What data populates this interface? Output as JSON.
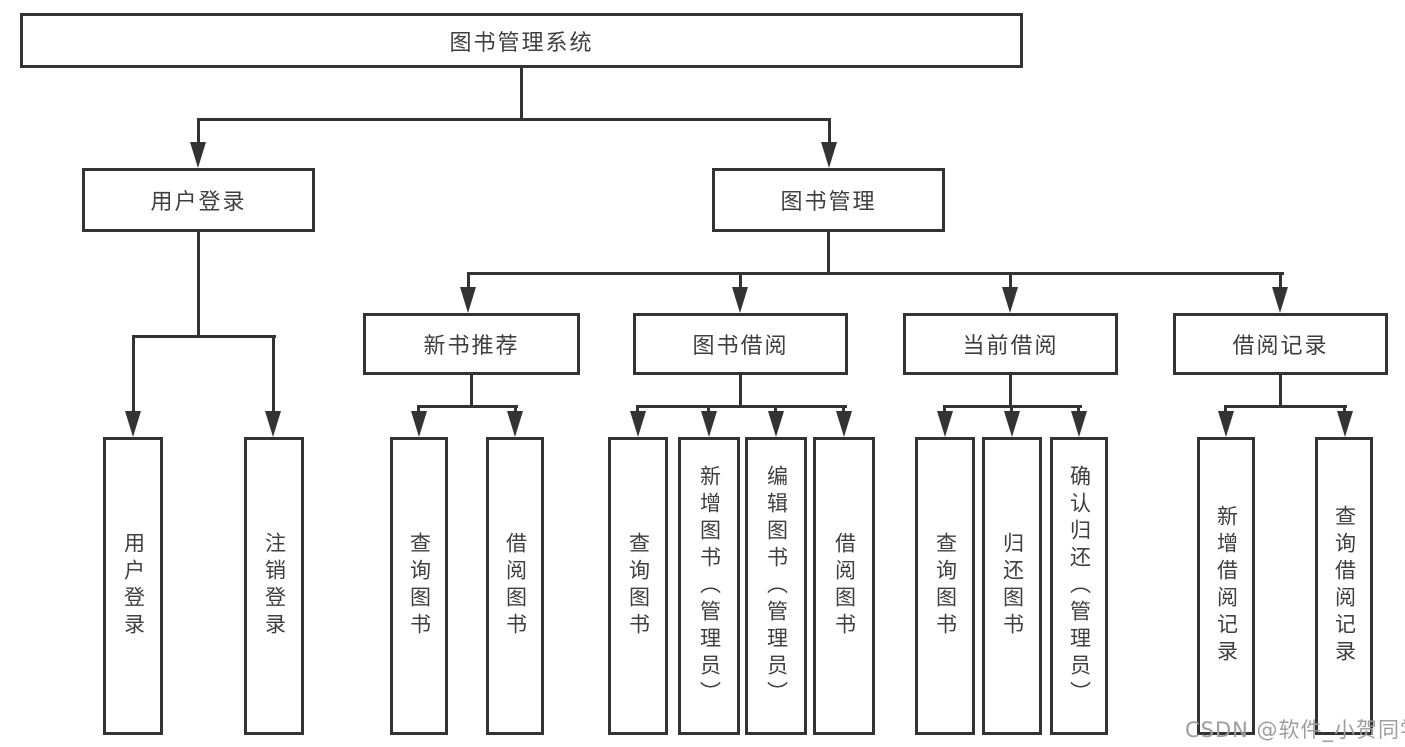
{
  "colors": {
    "line": "#333333",
    "text": "#3f3f3f",
    "background": "#ffffff",
    "watermark": "#9e9e9e"
  },
  "watermark": "CSDN @软件_小贺同学",
  "tree": {
    "root": {
      "label": "图书管理系统"
    },
    "branches": [
      {
        "label": "用户登录",
        "children": [
          {
            "label": "用户登录"
          },
          {
            "label": "注销登录"
          }
        ]
      },
      {
        "label": "图书管理",
        "children": [
          {
            "label": "新书推荐",
            "children": [
              {
                "label": "查询图书"
              },
              {
                "label": "借阅图书"
              }
            ]
          },
          {
            "label": "图书借阅",
            "children": [
              {
                "label": "查询图书"
              },
              {
                "label": "新增图书（管理员）"
              },
              {
                "label": "编辑图书（管理员）"
              },
              {
                "label": "借阅图书"
              }
            ]
          },
          {
            "label": "当前借阅",
            "children": [
              {
                "label": "查询图书"
              },
              {
                "label": "归还图书"
              },
              {
                "label": "确认归还（管理员）"
              }
            ]
          },
          {
            "label": "借阅记录",
            "children": [
              {
                "label": "新增借阅记录"
              },
              {
                "label": "查询借阅记录"
              }
            ]
          }
        ]
      }
    ]
  }
}
